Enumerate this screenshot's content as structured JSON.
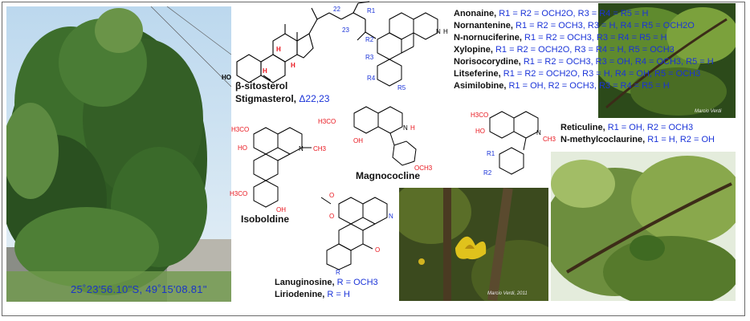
{
  "photos": {
    "tree_coords": "25˚23'56.10\"S, 49˚15'08.81\"",
    "flower_credit": "Marcio Verdi, 2011",
    "leaf_credit": "Marcio Verdi"
  },
  "sterol": {
    "name1": "β-sitosterol",
    "name2": "Stigmasterol,",
    "delta": "Δ22,23",
    "atoms": {
      "HO": "HO",
      "H": "H",
      "n22": "22",
      "n23": "23"
    }
  },
  "aporphine_core": {
    "r1": "R1",
    "r2": "R2",
    "r3": "R3",
    "r4": "R4",
    "r5": "R5",
    "N": "N",
    "H": "H"
  },
  "aporphines": [
    {
      "name": "Anonaine,",
      "formula": "R1 = R2 = OCH2O, R3 = R4 = R5 = H"
    },
    {
      "name": "Nornantenine,",
      "formula": "R1 = R2 = OCH3, R3 = H, R4 = R5 = OCH2O"
    },
    {
      "name": "N-nornuciferine,",
      "formula": "R1 = R2 = OCH3, R3 = R4 = R5 = H"
    },
    {
      "name": "Xylopine,",
      "formula": "R1 = R2 = OCH2O, R3 = R4 = H, R5 = OCH3"
    },
    {
      "name": "Norisocorydine,",
      "formula": "R1 = R2 = OCH3, R3 = OH, R4 = OCH3, R5 = H"
    },
    {
      "name": "Litseferine,",
      "formula": "R1 = R2 = OCH2O, R3 = H, R4 = OH, R5 = OCH3"
    },
    {
      "name": "Asimilobine,",
      "formula": "R1 = OH, R2 = OCH3, R3 = R4 = R5 = H"
    }
  ],
  "isoboldine": {
    "name": "Isoboldine",
    "och3_top": "H3CO",
    "ho": "HO",
    "och3_bot": "H3CO",
    "oh": "OH",
    "n": "N",
    "ch3": "CH3"
  },
  "magnococline": {
    "name": "Magnococline",
    "h3co": "H3CO",
    "oh": "OH",
    "n": "N",
    "h": "H",
    "och3": "OCH3"
  },
  "benzyliso": {
    "h3co": "H3CO",
    "ho": "HO",
    "n": "N",
    "ch3": "CH3",
    "r1": "R1",
    "r2": "R2",
    "lines": [
      {
        "name": "Reticuline,",
        "formula": "R1 = OH, R2 = OCH3"
      },
      {
        "name": "N-methylcoclaurine,",
        "formula": "R1 = H, R2 = OH"
      }
    ]
  },
  "oxoaporphine": {
    "o1": "O",
    "o2": "O",
    "n": "N",
    "o3": "O",
    "r": "R",
    "lines": [
      {
        "name": "Lanuginosine,",
        "formula": "R = OCH3"
      },
      {
        "name": "Liriodenine,",
        "formula": "R = H"
      }
    ]
  }
}
